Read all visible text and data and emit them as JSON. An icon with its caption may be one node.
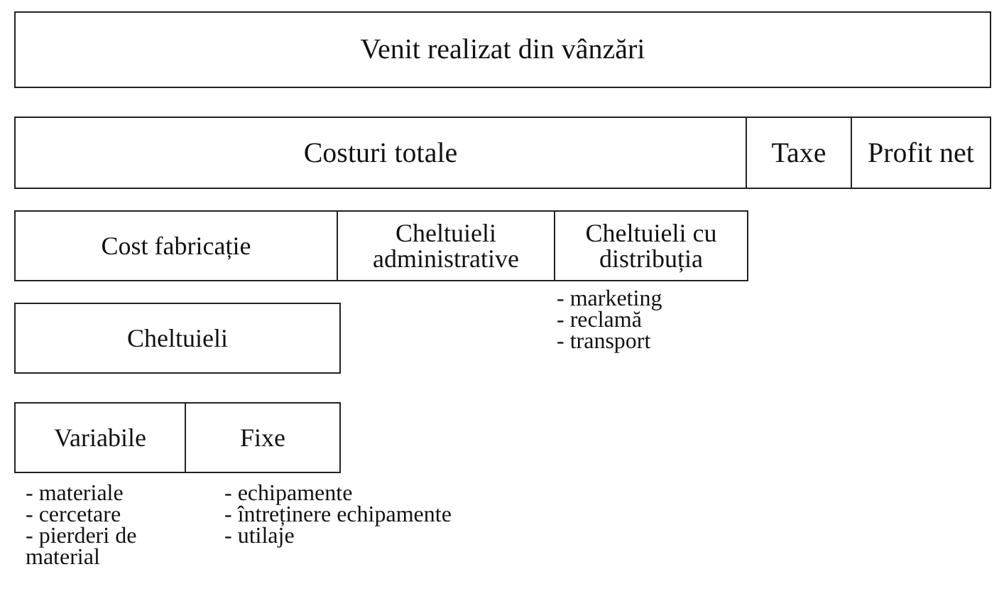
{
  "diagram": {
    "nodes": [
      {
        "text": [
          "Venit realizat din vânzări"
        ]
      },
      {
        "text": [
          "Costuri totale"
        ]
      },
      {
        "text": [
          "Taxe"
        ]
      },
      {
        "text": [
          "Profit net"
        ]
      },
      {
        "text": [
          "Cost fabricație"
        ]
      },
      {
        "text": [
          "Cheltuieli administrative"
        ]
      },
      {
        "text": [
          "Cheltuieli cu distribuția"
        ],
        "beside": [
          "- marketing",
          "- reclamă",
          "- transport"
        ]
      },
      {
        "text": [
          "Cheltuieli"
        ]
      },
      {
        "text": [
          "Variabile"
        ],
        "beside": [
          "- materiale",
          "- cercetare",
          "- pierderi de material"
        ]
      },
      {
        "text": [
          "Fixe"
        ],
        "beside": [
          "- echipamente",
          "- întreținere echipamente",
          "- utilaje"
        ]
      }
    ]
  }
}
